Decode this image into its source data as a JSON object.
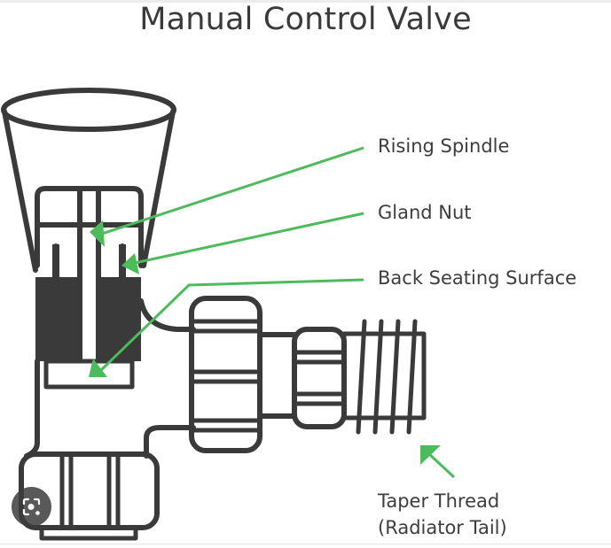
{
  "title": "Manual Control Valve",
  "labels": {
    "rising_spindle": "Rising Spindle",
    "gland_nut": "Gland Nut",
    "back_seating_surface": "Back Seating Surface",
    "taper_thread_line1": "Taper Thread",
    "taper_thread_line2": "(Radiator Tail)"
  },
  "colors": {
    "outline": "#3a3a3a",
    "arrow": "#4cbb5c",
    "text": "#3d3d3d"
  },
  "overlay": {
    "lens_button_icon": "visual-search-icon"
  }
}
